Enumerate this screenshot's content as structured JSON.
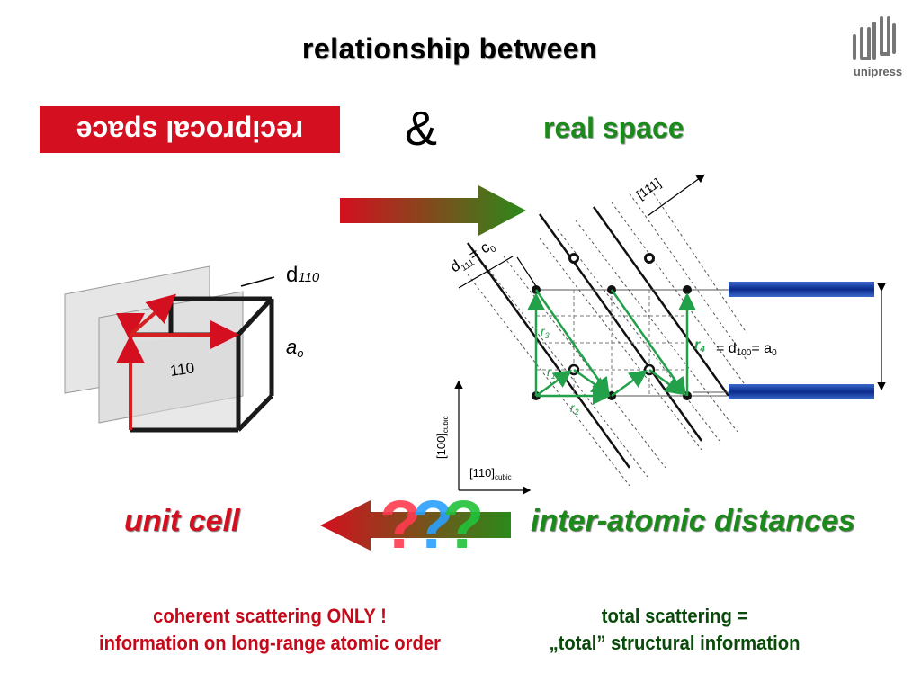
{
  "title": "relationship between",
  "reciprocal_space": "reciprocal space",
  "ampersand": "&",
  "real_space": "real space",
  "unit_cell": "unit cell",
  "inter_atomic": "inter-atomic distances",
  "question_marks": [
    "?",
    "?",
    "?"
  ],
  "logo": {
    "name": "unipress"
  },
  "cube": {
    "plane_label": "110",
    "d_label": "d",
    "d_sub": "110",
    "a_label": "a",
    "a_sub": "o"
  },
  "lattice": {
    "dir_111": "[111]",
    "d111_label": "d",
    "d111_sub": "111",
    "d111_eq": "= c",
    "d111_eq_sub": "0",
    "r1": "r",
    "r1_sub": "1",
    "r2": "r",
    "r2_sub": "2",
    "r3": "r",
    "r3_sub": "3",
    "r4": "r",
    "r4_sub": "4",
    "d100_eq1": "= d",
    "d100_sub": "100",
    "d100_eq2": "= a",
    "d100_eq2_sub": "0",
    "axis_100": "[100]",
    "axis_100_sub": "cubic",
    "axis_110": "[110]",
    "axis_110_sub": "cubic"
  },
  "captions": {
    "left_line1": "coherent scattering ONLY !",
    "left_line2": "information on long-range atomic order",
    "right_line1": "total scattering  =",
    "right_line2": "„total” structural information"
  },
  "colors": {
    "red": "#d40f1f",
    "green": "#1a8a1a",
    "arrow_green": "#22a04a",
    "blue_bar": "#0a2a8a"
  }
}
